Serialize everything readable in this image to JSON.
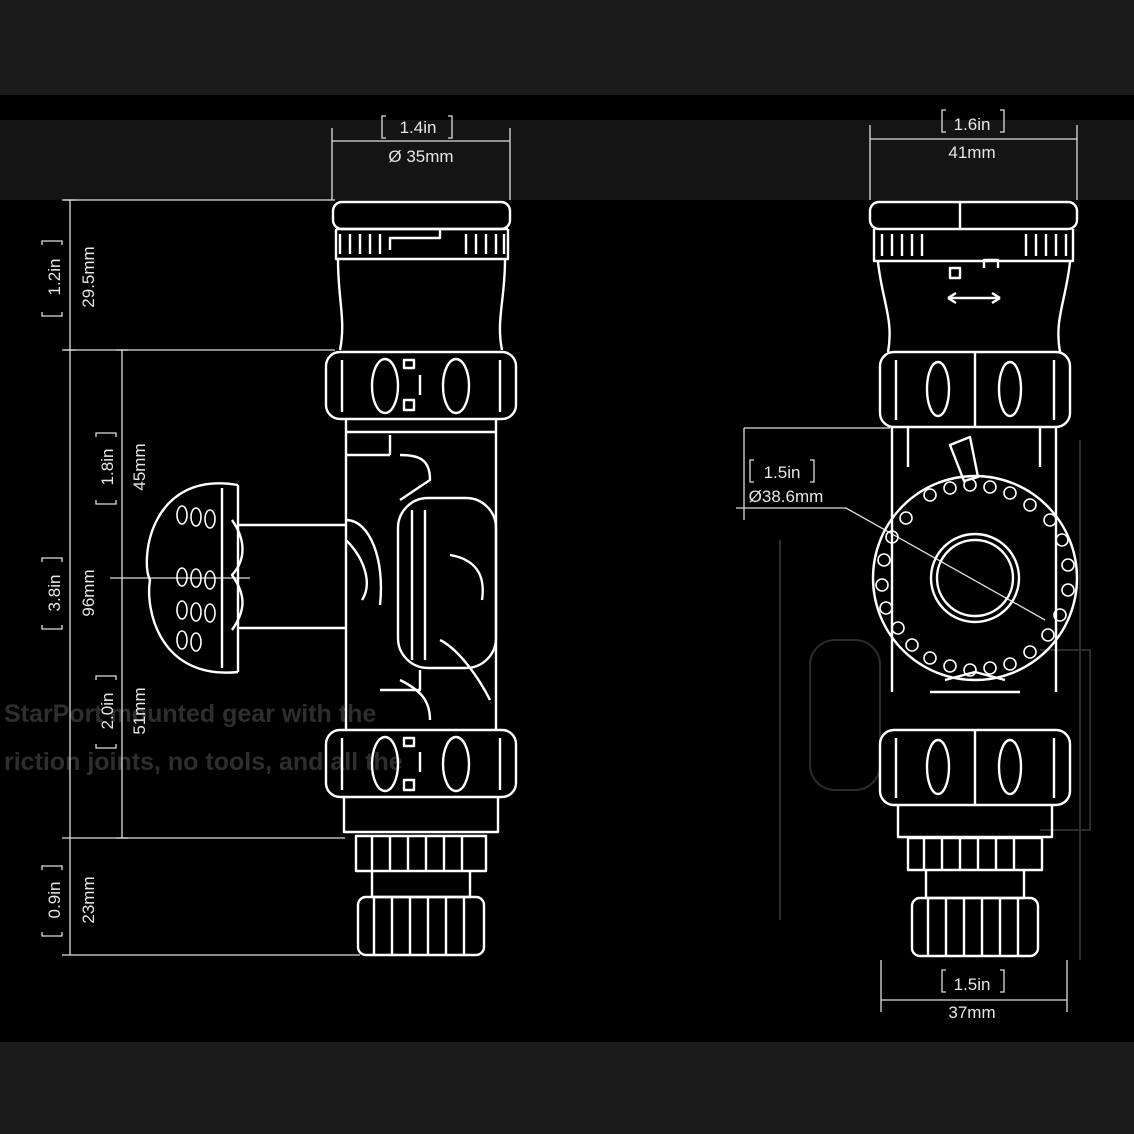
{
  "colors": {
    "band": "#1e1e1e",
    "panel": "#000000",
    "stroke": "#ffffff",
    "dim": "#e6e6e6",
    "ghost_text": "#2e2e2e"
  },
  "left_view": {
    "top_width_in": "1.4in",
    "top_width_mm": "Ø 35mm",
    "height_cap_in": "1.2in",
    "height_cap_mm": "29.5mm",
    "height_total_in": "3.8in",
    "height_total_mm": "96mm",
    "height_upper_in": "1.8in",
    "height_upper_mm": "45mm",
    "height_lower_in": "2.0in",
    "height_lower_mm": "51mm",
    "height_base_in": "0.9in",
    "height_base_mm": "23mm"
  },
  "right_view": {
    "top_width_in": "1.6in",
    "top_width_mm": "41mm",
    "ball_dia_in": "1.5in",
    "ball_dia_mm": "Ø38.6mm",
    "bottom_width_in": "1.5in",
    "bottom_width_mm": "37mm"
  },
  "ghost_lines": [
    "StarPort mounted gear with the",
    "riction joints, no tools, and all the"
  ]
}
